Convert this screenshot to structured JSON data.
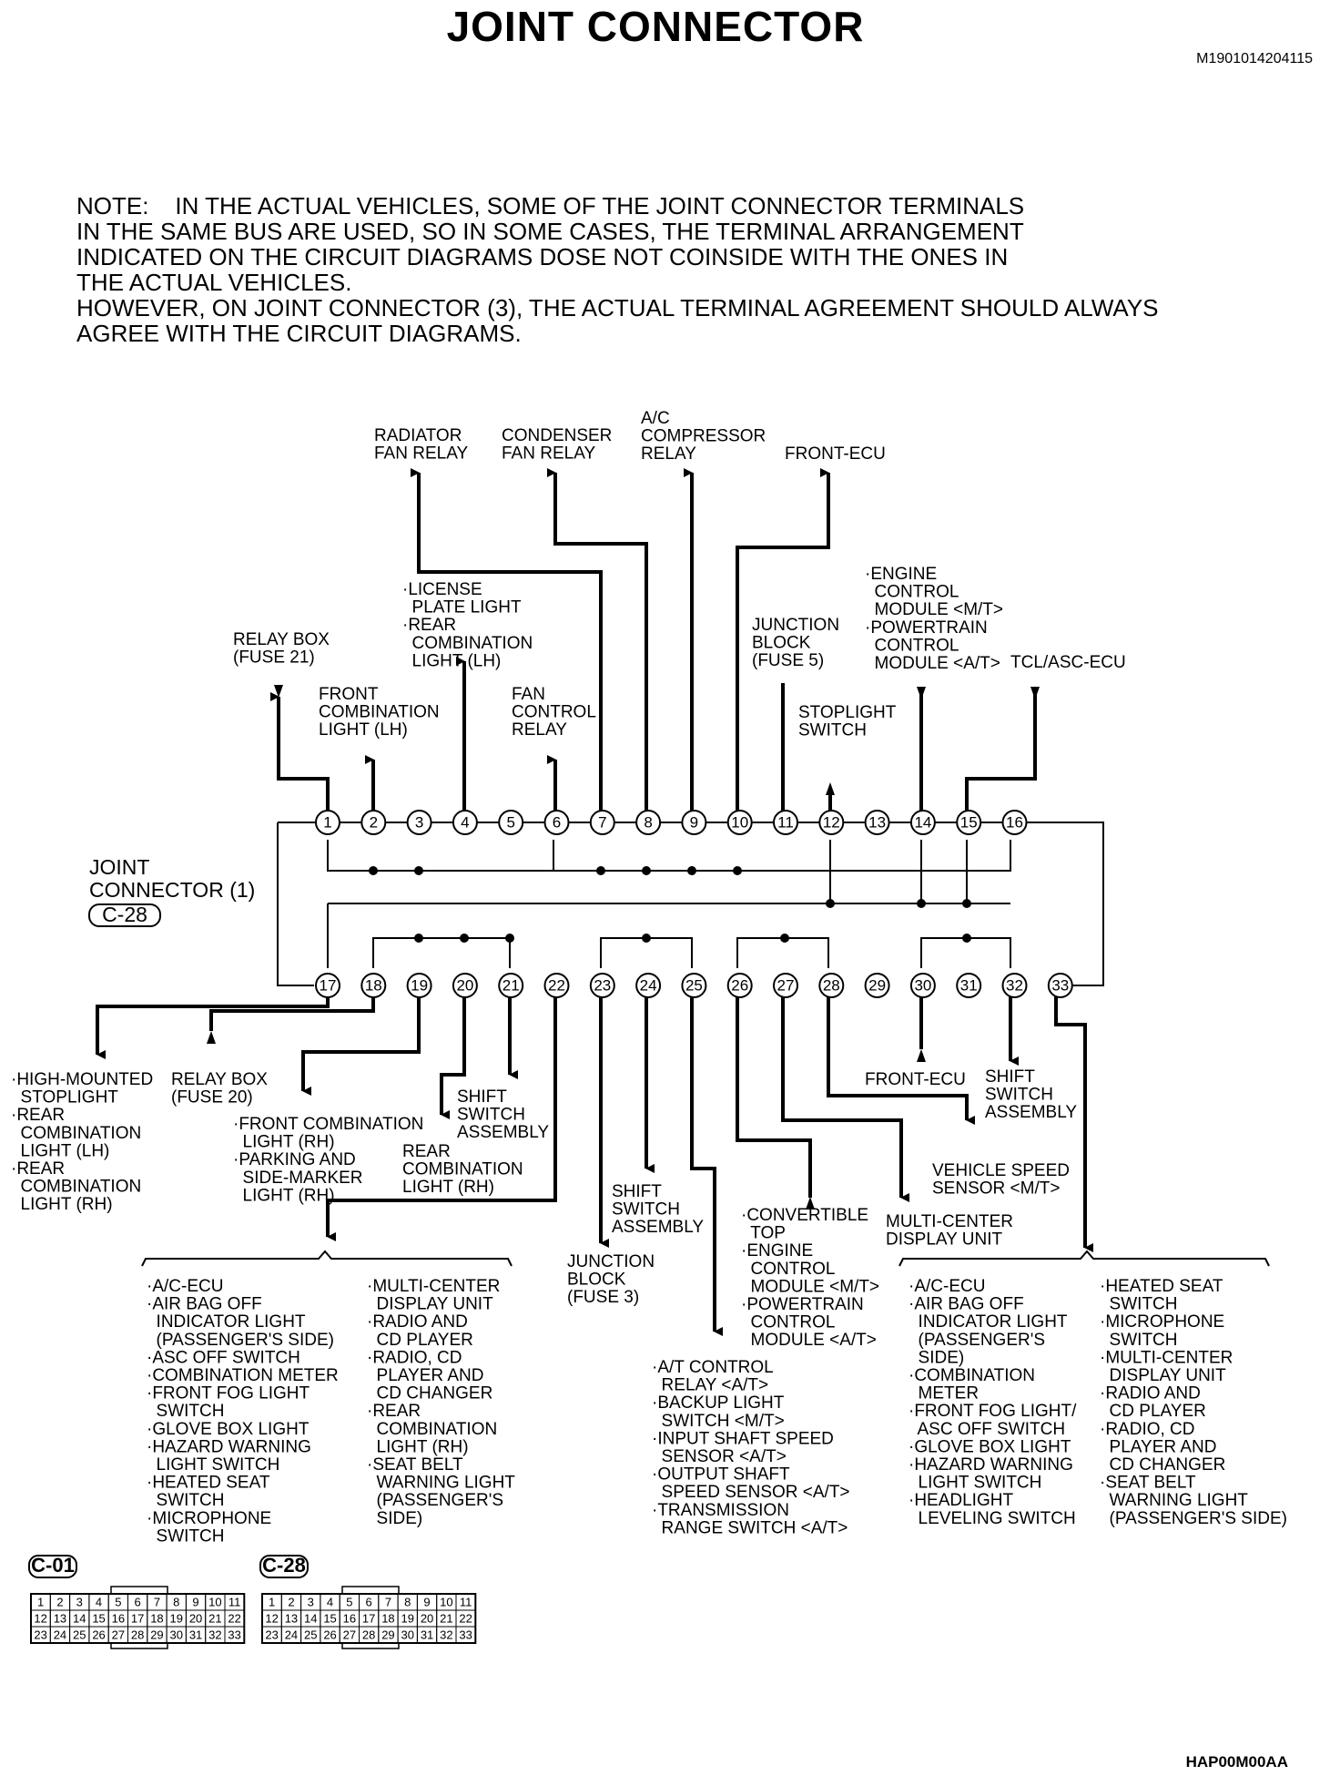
{
  "title": "JOINT CONNECTOR",
  "doc_id": "M1901014204115",
  "note": [
    "NOTE:    IN THE ACTUAL VEHICLES, SOME OF THE JOINT CONNECTOR TERMINALS",
    "IN THE SAME BUS ARE USED, SO IN SOME CASES, THE TERMINAL ARRANGEMENT",
    "INDICATED ON THE CIRCUIT DIAGRAMS DOSE NOT COINSIDE WITH THE ONES IN",
    "THE ACTUAL VEHICLES.",
    "HOWEVER, ON JOINT CONNECTOR (3), THE ACTUAL TERMINAL AGREEMENT SHOULD ALWAYS",
    "AGREE WITH THE CIRCUIT DIAGRAMS."
  ],
  "connector": {
    "label": [
      "JOINT",
      "CONNECTOR (1)"
    ],
    "code": "C-28",
    "top_row": [
      "1",
      "2",
      "3",
      "4",
      "5",
      "6",
      "7",
      "8",
      "9",
      "10",
      "11",
      "12",
      "13",
      "14",
      "15",
      "16"
    ],
    "bottom_row": [
      "17",
      "18",
      "19",
      "20",
      "21",
      "22",
      "23",
      "24",
      "25",
      "26",
      "27",
      "28",
      "29",
      "30",
      "31",
      "32",
      "33"
    ]
  },
  "top_labels": {
    "radiator": [
      "RADIATOR",
      "FAN RELAY"
    ],
    "condenser": [
      "CONDENSER",
      "FAN RELAY"
    ],
    "ac_compressor": [
      "A/C",
      "COMPRESSOR",
      "RELAY"
    ],
    "front_ecu": [
      "FRONT-ECU"
    ],
    "license": [
      "·LICENSE",
      "  PLATE LIGHT",
      "·REAR",
      "  COMBINATION",
      "  LIGHT (LH)"
    ],
    "relay_box_21": [
      "RELAY BOX",
      "(FUSE 21)"
    ],
    "front_comb_lh": [
      "FRONT",
      "COMBINATION",
      "LIGHT (LH)"
    ],
    "fan_control": [
      "FAN",
      "CONTROL",
      "RELAY"
    ],
    "junction_5": [
      "JUNCTION",
      "BLOCK",
      "(FUSE 5)"
    ],
    "stoplight": [
      "STOPLIGHT",
      "SWITCH"
    ],
    "engine_control": [
      "·ENGINE",
      "  CONTROL",
      "  MODULE <M/T>",
      "·POWERTRAIN",
      "  CONTROL",
      "  MODULE <A/T>"
    ],
    "tcl": [
      "TCL/ASC-ECU"
    ]
  },
  "bottom_labels": {
    "high_mounted": [
      "·HIGH-MOUNTED",
      "  STOPLIGHT",
      "·REAR",
      "  COMBINATION",
      "  LIGHT (LH)",
      "·REAR",
      "  COMBINATION",
      "  LIGHT (RH)"
    ],
    "relay_box_20": [
      "RELAY BOX",
      "(FUSE 20)"
    ],
    "front_comb_rh": [
      "·FRONT COMBINATION",
      "  LIGHT (RH)",
      "·PARKING AND",
      "  SIDE-MARKER",
      "  LIGHT (RH)"
    ],
    "shift_switch_1": [
      "SHIFT",
      "SWITCH",
      "ASSEMBLY"
    ],
    "rear_comb_rh": [
      "REAR",
      "COMBINATION",
      "LIGHT (RH)"
    ],
    "shift_switch_2": [
      "SHIFT",
      "SWITCH",
      "ASSEMBLY"
    ],
    "junction_3": [
      "JUNCTION",
      "BLOCK",
      "(FUSE 3)"
    ],
    "convertible": [
      "·CONVERTIBLE",
      "  TOP",
      "·ENGINE",
      "  CONTROL",
      "  MODULE <M/T>",
      "·POWERTRAIN",
      "  CONTROL",
      "  MODULE <A/T>"
    ],
    "at_control": [
      "·A/T CONTROL",
      "  RELAY <A/T>",
      "·BACKUP LIGHT",
      "  SWITCH <M/T>",
      "·INPUT SHAFT SPEED",
      "  SENSOR <A/T>",
      "·OUTPUT SHAFT",
      "  SPEED SENSOR <A/T>",
      "·TRANSMISSION",
      "  RANGE SWITCH <A/T>"
    ],
    "front_ecu_b": [
      "FRONT-ECU"
    ],
    "shift_switch_3": [
      "SHIFT",
      "SWITCH",
      "ASSEMBLY"
    ],
    "vehicle_speed": [
      "VEHICLE SPEED",
      "SENSOR <M/T>"
    ],
    "multi_center": [
      "MULTI-CENTER",
      "DISPLAY UNIT"
    ],
    "list_left_a": [
      "·A/C-ECU",
      "·AIR BAG OFF",
      "  INDICATOR LIGHT",
      "  (PASSENGER'S SIDE)",
      "·ASC OFF SWITCH",
      "·COMBINATION METER",
      "·FRONT FOG LIGHT",
      "  SWITCH",
      "·GLOVE BOX LIGHT",
      "·HAZARD WARNING",
      "  LIGHT SWITCH",
      "·HEATED SEAT",
      "  SWITCH",
      "·MICROPHONE",
      "  SWITCH"
    ],
    "list_left_b": [
      "·MULTI-CENTER",
      "  DISPLAY UNIT",
      "·RADIO AND",
      "  CD PLAYER",
      "·RADIO, CD",
      "  PLAYER AND",
      "  CD CHANGER",
      "·REAR",
      "  COMBINATION",
      "  LIGHT (RH)",
      "·SEAT BELT",
      "  WARNING LIGHT",
      "  (PASSENGER'S",
      "  SIDE)"
    ],
    "list_right_a": [
      "·A/C-ECU",
      "·AIR BAG OFF",
      "  INDICATOR LIGHT",
      "  (PASSENGER'S",
      "  SIDE)",
      "·COMBINATION",
      "  METER",
      "·FRONT FOG LIGHT/",
      "  ASC OFF SWITCH",
      "·GLOVE BOX LIGHT",
      "·HAZARD WARNING",
      "  LIGHT SWITCH",
      "·HEADLIGHT",
      "  LEVELING SWITCH"
    ],
    "list_right_b": [
      "·HEATED SEAT",
      "  SWITCH",
      "·MICROPHONE",
      "  SWITCH",
      "·MULTI-CENTER",
      "  DISPLAY UNIT",
      "·RADIO AND",
      "  CD PLAYER",
      "·RADIO, CD",
      "  PLAYER AND",
      "  CD CHANGER",
      "·SEAT BELT",
      "  WARNING LIGHT",
      "  (PASSENGER'S SIDE)"
    ]
  },
  "grids": [
    {
      "tag": "C-01",
      "rows": [
        [
          "1",
          "2",
          "3",
          "4",
          "5",
          "6",
          "7",
          "8",
          "9",
          "10",
          "11"
        ],
        [
          "12",
          "13",
          "14",
          "15",
          "16",
          "17",
          "18",
          "19",
          "20",
          "21",
          "22"
        ],
        [
          "23",
          "24",
          "25",
          "26",
          "27",
          "28",
          "29",
          "30",
          "31",
          "32",
          "33"
        ]
      ]
    },
    {
      "tag": "C-28",
      "rows": [
        [
          "1",
          "2",
          "3",
          "4",
          "5",
          "6",
          "7",
          "8",
          "9",
          "10",
          "11"
        ],
        [
          "12",
          "13",
          "14",
          "15",
          "16",
          "17",
          "18",
          "19",
          "20",
          "21",
          "22"
        ],
        [
          "23",
          "24",
          "25",
          "26",
          "27",
          "28",
          "29",
          "30",
          "31",
          "32",
          "33"
        ]
      ]
    }
  ],
  "figure_code": "HAP00M00AA"
}
